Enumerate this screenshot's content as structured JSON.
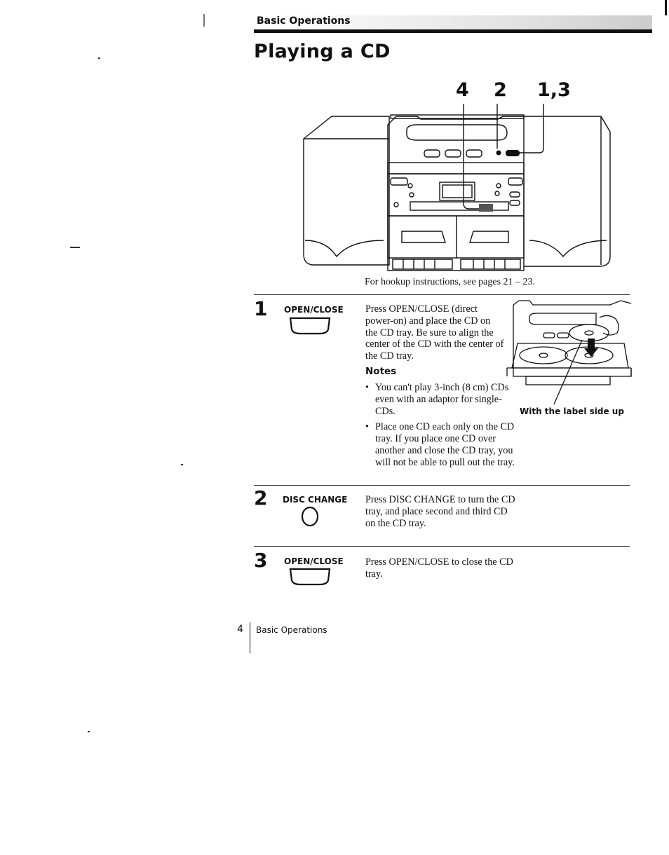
{
  "header": {
    "section": "Basic Operations",
    "title": "Playing a CD"
  },
  "figure": {
    "callouts": [
      "4",
      "2",
      "1,3"
    ],
    "caption": "For hookup instructions, see pages 21 – 23."
  },
  "steps": [
    {
      "number": "1",
      "button_label": "OPEN/CLOSE",
      "text": "Press OPEN/CLOSE (direct power-on) and place the CD on the CD tray. Be sure to align the center of the CD with the center of the CD tray.",
      "notes_heading": "Notes",
      "notes": [
        "You can't play 3-inch (8 cm) CDs even with an adaptor for single-CDs.",
        "Place one CD each only on the CD tray. If you place one CD over another and close the CD tray, you will not be able to pull out the tray."
      ],
      "illustration_caption": "With the label side up"
    },
    {
      "number": "2",
      "button_label": "DISC CHANGE",
      "text": "Press DISC CHANGE to turn the CD tray, and place second and third CD on the CD tray."
    },
    {
      "number": "3",
      "button_label": "OPEN/CLOSE",
      "text": "Press OPEN/CLOSE to close the CD tray."
    }
  ],
  "footer": {
    "page_number": "4",
    "section": "Basic Operations"
  }
}
